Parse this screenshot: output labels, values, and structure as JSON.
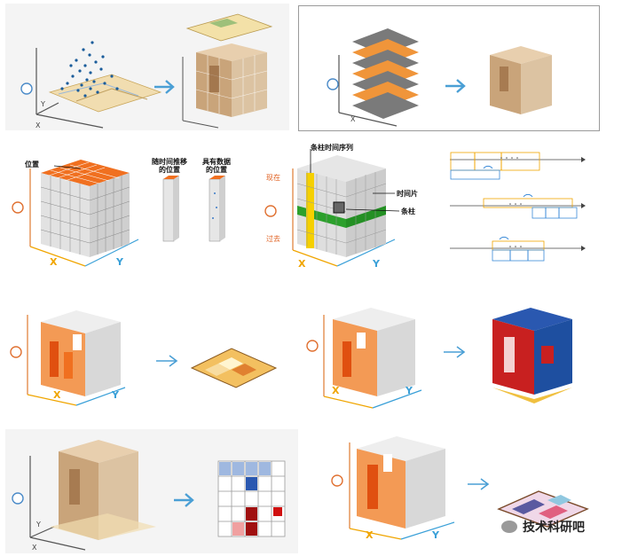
{
  "colors": {
    "orange": "#f07020",
    "light_orange": "#f8b070",
    "x_axis": "#f0a500",
    "y_axis": "#3aa0d8",
    "arrow": "#4a9fd5",
    "grey_cube": "#d8d8d8",
    "green_slice": "#2ca02c",
    "yellow_bin": "#f5d000",
    "blue_cube": "#1e4fa0",
    "red_cube": "#d02020"
  },
  "labels": {
    "location": "位置",
    "location_over_time": "随时间推移\n的位置",
    "location_with_data": "具有数据\n的位置",
    "bin_time_series": "条柱时间序列",
    "time_slice": "时间片",
    "bin": "条柱",
    "present": "现在",
    "past": "过去"
  },
  "axes": {
    "x": "X",
    "y": "Y"
  },
  "watermark": "技术科研吧"
}
